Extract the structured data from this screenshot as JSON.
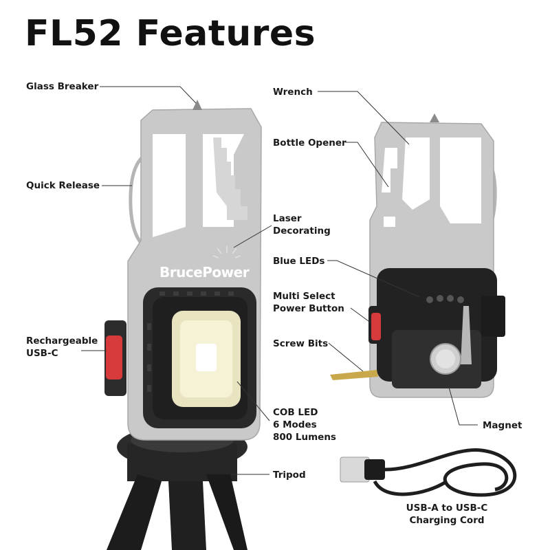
{
  "title": "FL52 Features",
  "brand": "BrucePower",
  "labels": {
    "glass_breaker": "Glass Breaker",
    "quick_release": "Quick Release",
    "rechargeable_1": "Rechargeable",
    "rechargeable_2": "USB-C",
    "wrench": "Wrench",
    "bottle_opener": "Bottle Opener",
    "laser_1": "Laser",
    "laser_2": "Decorating",
    "blue_leds": "Blue LEDs",
    "multi_1": "Multi Select",
    "multi_2": "Power Button",
    "screw_bits": "Screw Bits",
    "cob_1": "COB LED",
    "cob_2": "6 Modes",
    "cob_3": "800 Lumens",
    "magnet": "Magnet",
    "tripod": "Tripod",
    "cord_1": "USB-A to USB-C",
    "cord_2": "Charging Cord"
  },
  "colors": {
    "metal": "#c9c9c9",
    "housing": "#2a2a2a",
    "led": "#f4efc8",
    "button": "#d63a3a",
    "tripod": "#1e1e1e"
  }
}
